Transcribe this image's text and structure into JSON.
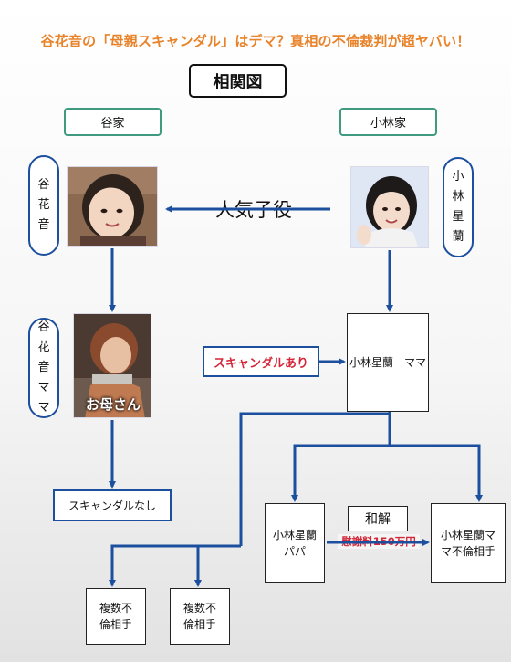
{
  "title": "谷花音の「母親スキャンダル」はデマ？真相の不倫裁判が超ヤバい！",
  "diagram_heading": "相関図",
  "families": {
    "left": "谷家",
    "right": "小林家"
  },
  "people": {
    "kanon": "谷花音",
    "seiran": "小林星蘭",
    "kanon_mama": "谷花音ママ"
  },
  "photo_caption": "お母さん",
  "relation_label": "人気子役",
  "boxes": {
    "seiran_mama": "小林星蘭　ママ",
    "seiran_papa": "小林星蘭パパ",
    "affair_partner": "小林星蘭ママ不倫相手",
    "multi_partner": "複数不倫相手",
    "scandal_yes": "スキャンダルあり",
    "scandal_no": "スキャンダルなし",
    "settlement": "和解",
    "compensation": "慰謝料150万円"
  },
  "colors": {
    "title": "#e8832a",
    "arrow": "#1c4f9e",
    "family_border": "#3f9a7f",
    "highlight_text": "#d32839"
  }
}
